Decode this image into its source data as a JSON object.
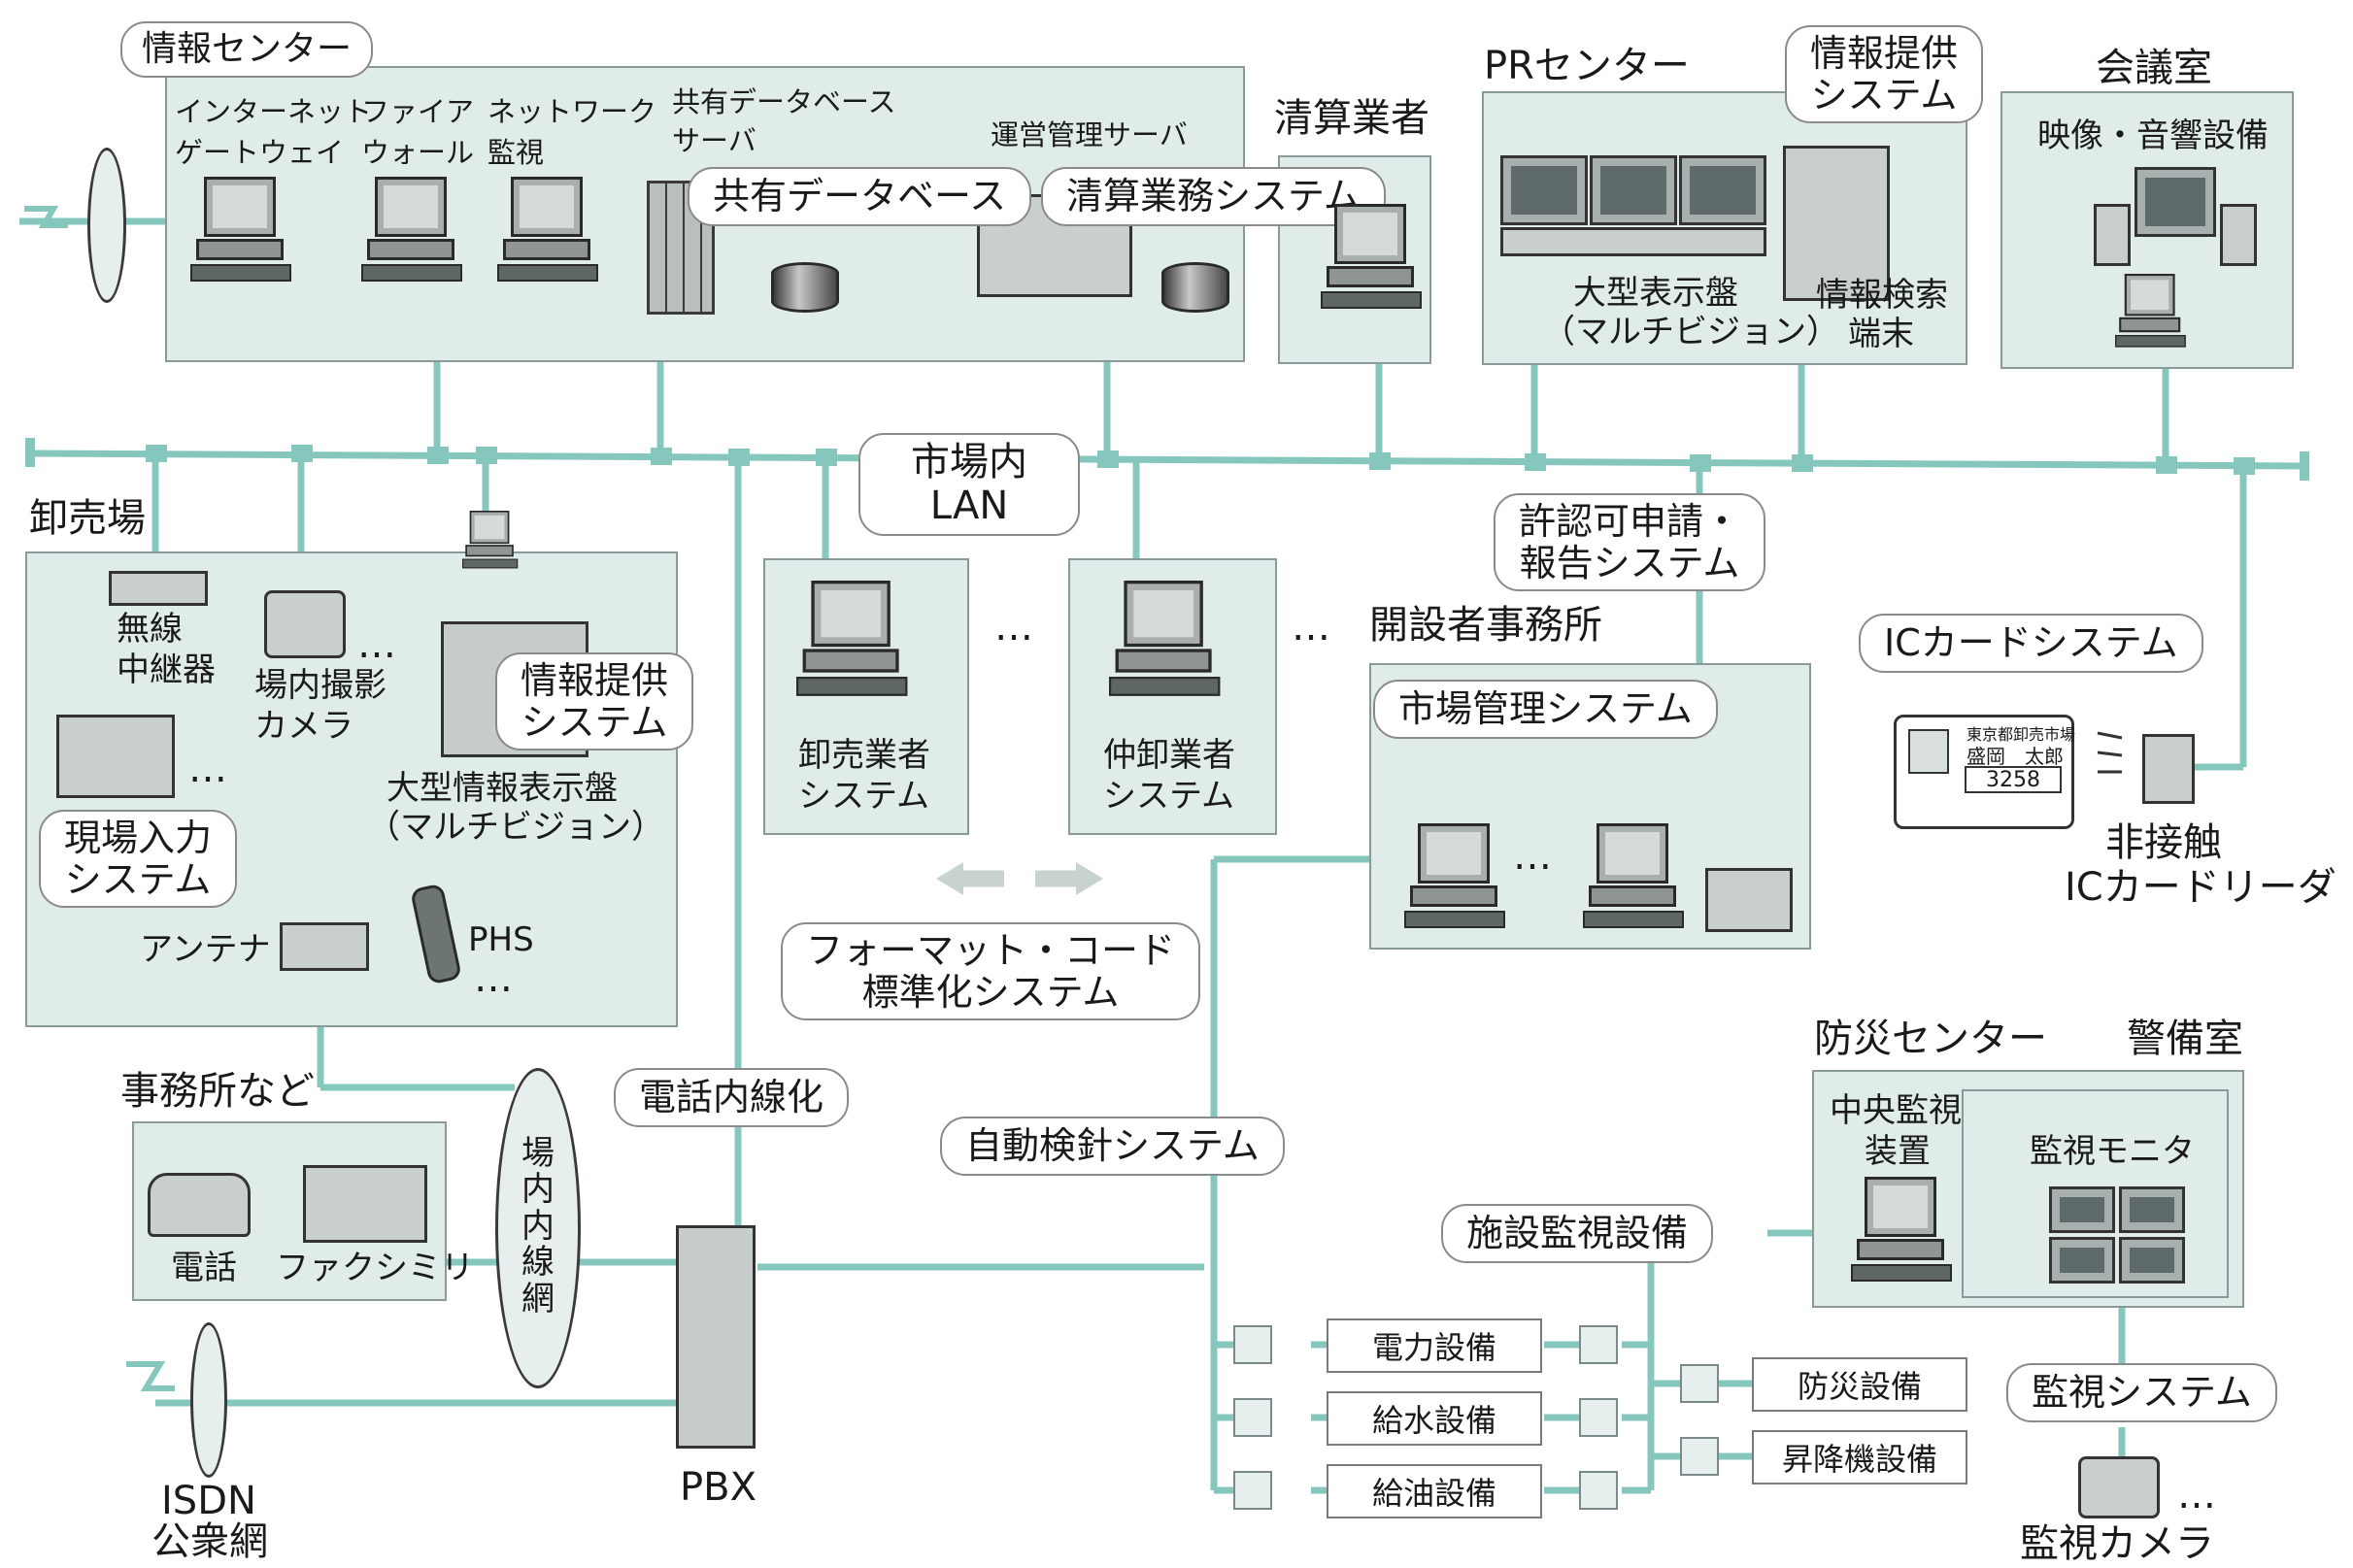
{
  "info_center": {
    "title": "情報センター",
    "labels": {
      "gateway": [
        "インターネット",
        "ゲートウェイ"
      ],
      "firewall": [
        "ファイア",
        "ウォール"
      ],
      "netmon": [
        "ネットワーク",
        "監視"
      ],
      "shared_db_server": [
        "共有データベース",
        "サーバ"
      ],
      "ops_server": "運営管理サーバ"
    },
    "shared_db": "共有データベース",
    "settlement_system": "清算業務システム"
  },
  "settlement": {
    "title": "清算業者"
  },
  "pr_center": {
    "title": "PRセンター",
    "info_system": [
      "情報提供",
      "システム"
    ],
    "display": [
      "大型表示盤",
      "（マルチビジョン）"
    ],
    "terminal": [
      "情報検索",
      "端末"
    ]
  },
  "meeting_room": {
    "title": "会議室",
    "av": "映像・音響設備"
  },
  "lan": [
    "市場内",
    "LAN"
  ],
  "permit_system": [
    "許認可申請・",
    "報告システム"
  ],
  "wholesale": {
    "title": "卸売場",
    "repeater": [
      "無線",
      "中継器"
    ],
    "camera": [
      "場内撮影",
      "カメラ"
    ],
    "ellipsis": "…",
    "info_system": [
      "情報提供",
      "システム"
    ],
    "display": [
      "大型情報表示盤",
      "（マルチビジョン）"
    ],
    "field_input": [
      "現場入力",
      "システム"
    ],
    "antenna": "アンテナ",
    "phs": "PHS"
  },
  "wholesaler_system": [
    "卸売業者",
    "システム"
  ],
  "broker_system": [
    "仲卸業者",
    "システム"
  ],
  "ellipsis": "…",
  "operator_office": {
    "title": "開設者事務所",
    "market_mgmt": "市場管理システム"
  },
  "ic_card": {
    "system": "ICカードシステム",
    "reader": [
      "非接触",
      "ICカードリーダ"
    ],
    "card_header": "東京都卸売市場",
    "card_name": "盛岡　太郎",
    "card_number": "3258"
  },
  "format_system": [
    "フォーマット・コード",
    "標準化システム"
  ],
  "office": {
    "title": "事務所など",
    "phone": "電話",
    "fax": "ファクシミリ"
  },
  "in_site_net": "場内内線網",
  "extension": "電話内線化",
  "meter_system": "自動検針システム",
  "pbx": "PBX",
  "isdn": [
    "ISDN",
    "公衆網"
  ],
  "facility_monitor": "施設監視設備",
  "equipment": {
    "power": "電力設備",
    "water": "給水設備",
    "oil": "給油設備",
    "disaster": "防災設備",
    "elevator": "昇降機設備"
  },
  "disaster_center": {
    "title": "防災センター",
    "central": [
      "中央監視",
      "装置"
    ]
  },
  "security_room": {
    "title": "警備室",
    "monitor": "監視モニタ"
  },
  "monitor_system": "監視システム",
  "monitor_camera": "監視カメラ",
  "colors": {
    "wire": "#86c7bd",
    "zone_bg": "#dfecea",
    "zone_border": "#8a9a98"
  }
}
